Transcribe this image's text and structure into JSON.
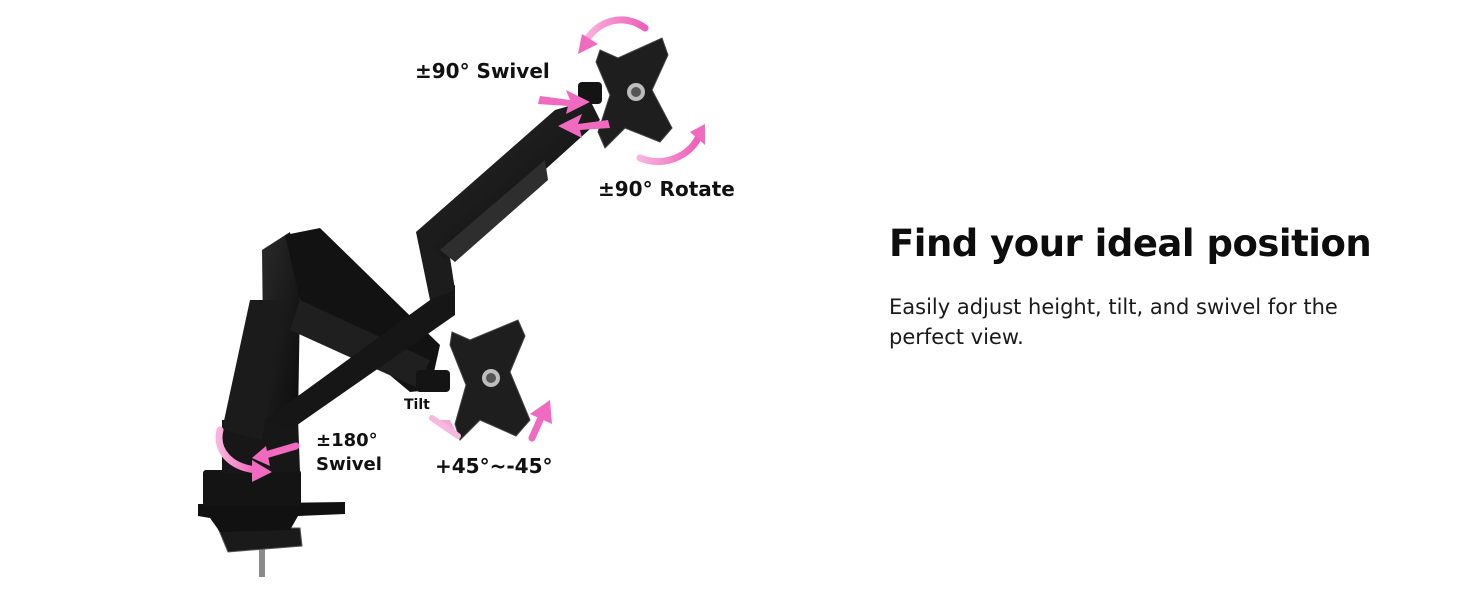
{
  "callouts": {
    "top_swivel": "±90° Swivel",
    "rotate": "±90° Rotate",
    "base_swivel_line1": "±180°",
    "base_swivel_line2": "Swivel",
    "tilt_label": "Tilt",
    "tilt_range": "+45°~-45°"
  },
  "panel": {
    "headline": "Find your ideal position",
    "description": "Easily adjust height, tilt, and swivel for the perfect view."
  },
  "colors": {
    "arrow": "#f06ac0",
    "arm": "#151515",
    "plate": "#1e1e1e",
    "background": "#ffffff"
  }
}
